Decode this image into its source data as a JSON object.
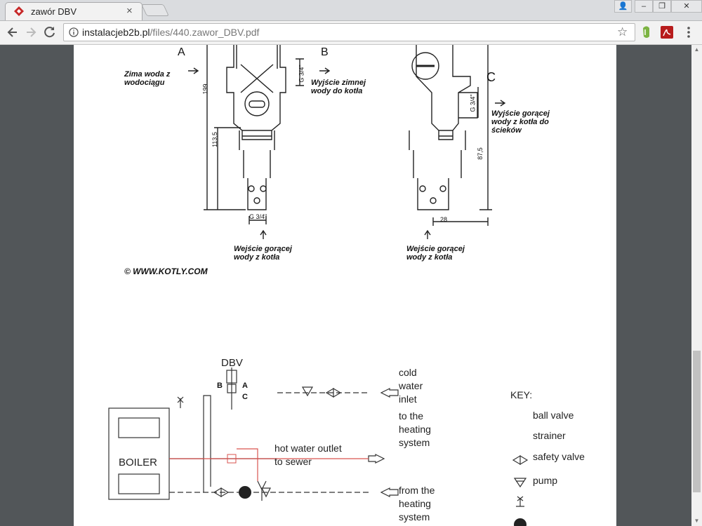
{
  "browser": {
    "tab_title": "zawór DBV",
    "tab_close": "×",
    "url_host": "instalacjeb2b.pl",
    "url_path": "/files/440.zawor_DBV.pdf",
    "star": "☆",
    "win_user": "👤",
    "win_min": "–",
    "win_max": "❐",
    "win_close": "✕"
  },
  "drawing": {
    "label_a": "A",
    "label_b": "B",
    "label_c": "C",
    "a_text": [
      "Zima woda z",
      "wodociągu"
    ],
    "b_text": [
      "Wyjście zimnej",
      "wody do kotła"
    ],
    "c_text": [
      "Wyjście gorącej",
      "wody z kotła do",
      "ścieków"
    ],
    "in_left": [
      "Wejście gorącej",
      "wody z kotła"
    ],
    "in_right": [
      "Wejście gorącej",
      "wody z kotła"
    ],
    "dim_199": "199",
    "dim_113": "113,5",
    "dim_87": "87,5",
    "dim_28": "28",
    "dim_g34_a": "G 3/4\"",
    "dim_g34_b": "G 3/4\"",
    "dim_g34_c": "G 3/4\"",
    "copyright": "©  WWW.KOTLY.COM"
  },
  "schematic": {
    "dbv": "DBV",
    "b": "B",
    "a": "A",
    "c": "C",
    "cold_water": [
      "cold",
      "water",
      "inlet"
    ],
    "to_heating": [
      "to the",
      "heating",
      "system"
    ],
    "hot_outlet": [
      "hot water outlet",
      "to sewer"
    ],
    "boiler": "BOILER",
    "from_heating": [
      "from the",
      "heating",
      "system"
    ],
    "key_title": "KEY:",
    "key_ball": "ball valve",
    "key_strainer": "strainer",
    "key_safety": "safety valve",
    "key_pump": "pump"
  },
  "colors": {
    "chrome": "#f2f2f2",
    "viewer_bg": "#525659",
    "red_pipe": "#d9534f"
  }
}
